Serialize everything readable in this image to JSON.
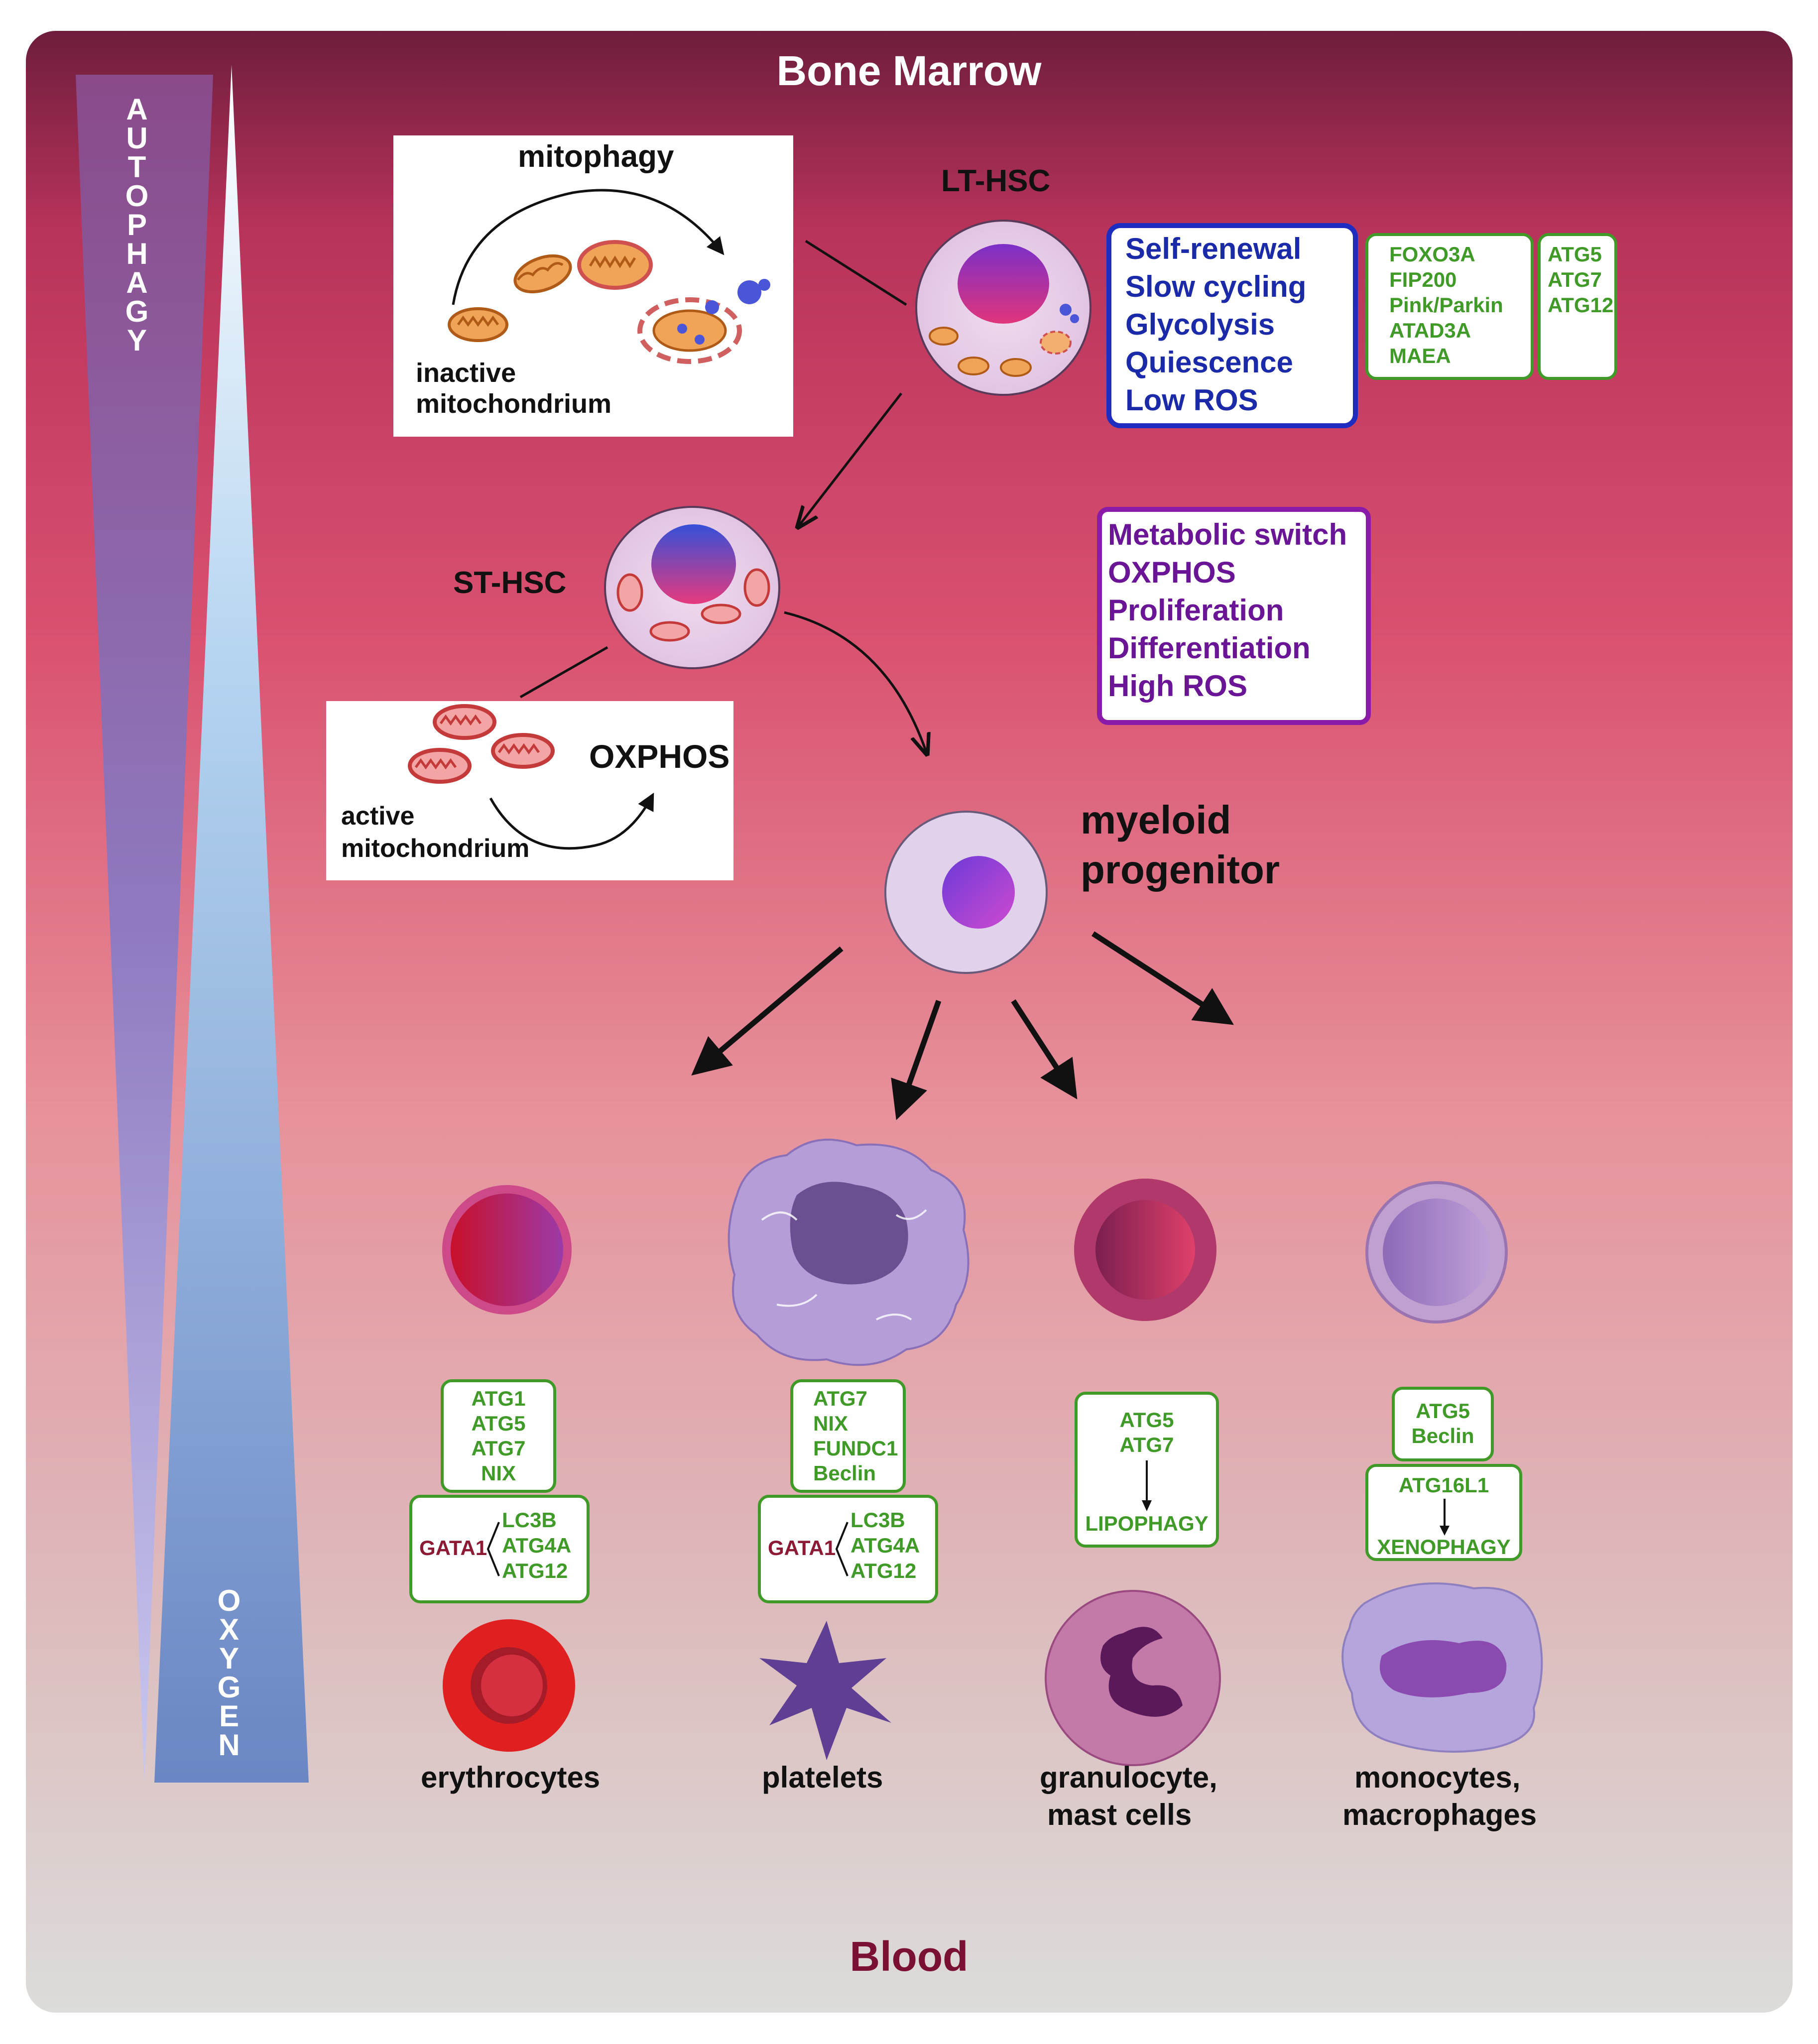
{
  "header": {
    "title": "Bone Marrow"
  },
  "footer": {
    "title": "Blood"
  },
  "gradients": {
    "autophagy": {
      "letters": [
        "A",
        "U",
        "T",
        "O",
        "P",
        "H",
        "A",
        "G",
        "Y"
      ]
    },
    "oxygen": {
      "letters": [
        "O",
        "X",
        "Y",
        "G",
        "E",
        "N"
      ]
    }
  },
  "mitophagy_panel": {
    "title": "mitophagy",
    "label_line1": "inactive",
    "label_line2": "mitochondrium"
  },
  "oxphos_panel": {
    "title": "OXPHOS",
    "label_line1": "active",
    "label_line2": "mitochondrium"
  },
  "cells": {
    "lt_hsc": "LT-HSC",
    "st_hsc": "ST-HSC",
    "myeloid_line1": "myeloid",
    "myeloid_line2": "progenitor"
  },
  "lt_properties": [
    "Self-renewal",
    "Slow cycling",
    "Glycolysis",
    "Quiescence",
    "Low ROS"
  ],
  "lt_genes_a": [
    "FOXO3A",
    "FIP200",
    "Pink/Parkin",
    "ATAD3A",
    "MAEA"
  ],
  "lt_genes_b": [
    "ATG5",
    "ATG7",
    "ATG12"
  ],
  "switch_properties": [
    "Metabolic switch",
    "OXPHOS",
    "Proliferation",
    "Differentiation",
    "High ROS"
  ],
  "lineages": {
    "erythrocytes": {
      "label": "erythrocytes",
      "genes": [
        "ATG1",
        "ATG5",
        "ATG7",
        "NIX"
      ],
      "gata": "GATA1",
      "targets": [
        "LC3B",
        "ATG4A",
        "ATG12"
      ]
    },
    "platelets": {
      "label": "platelets",
      "genes": [
        "ATG7",
        "NIX",
        "FUNDC1",
        "Beclin"
      ],
      "gata": "GATA1",
      "targets": [
        "LC3B",
        "ATG4A",
        "ATG12"
      ]
    },
    "granulocytes": {
      "label_line1": "granulocyte,",
      "label_line2": "mast cells",
      "genes": [
        "ATG5",
        "ATG7"
      ],
      "process": "LIPOPHAGY"
    },
    "monocytes": {
      "label_line1": "monocytes,",
      "label_line2": "macrophages",
      "genes": [
        "ATG5",
        "Beclin"
      ],
      "sub_gene": "ATG16L1",
      "process": "XENOPHAGY"
    }
  },
  "colors": {
    "bg_top": "#6e1d3d",
    "bg_mid": "#d9506f",
    "bg_bottom": "#dcdcda",
    "title_white": "#ffffff",
    "blood_text": "#7a1034",
    "lt_box_border": "#1f2cc0",
    "lt_box_text": "#1a2aa8",
    "switch_border": "#8a1aa8",
    "switch_text": "#6a1596",
    "gene_green": "#3f9a28",
    "gata_red": "#8c1a35"
  }
}
